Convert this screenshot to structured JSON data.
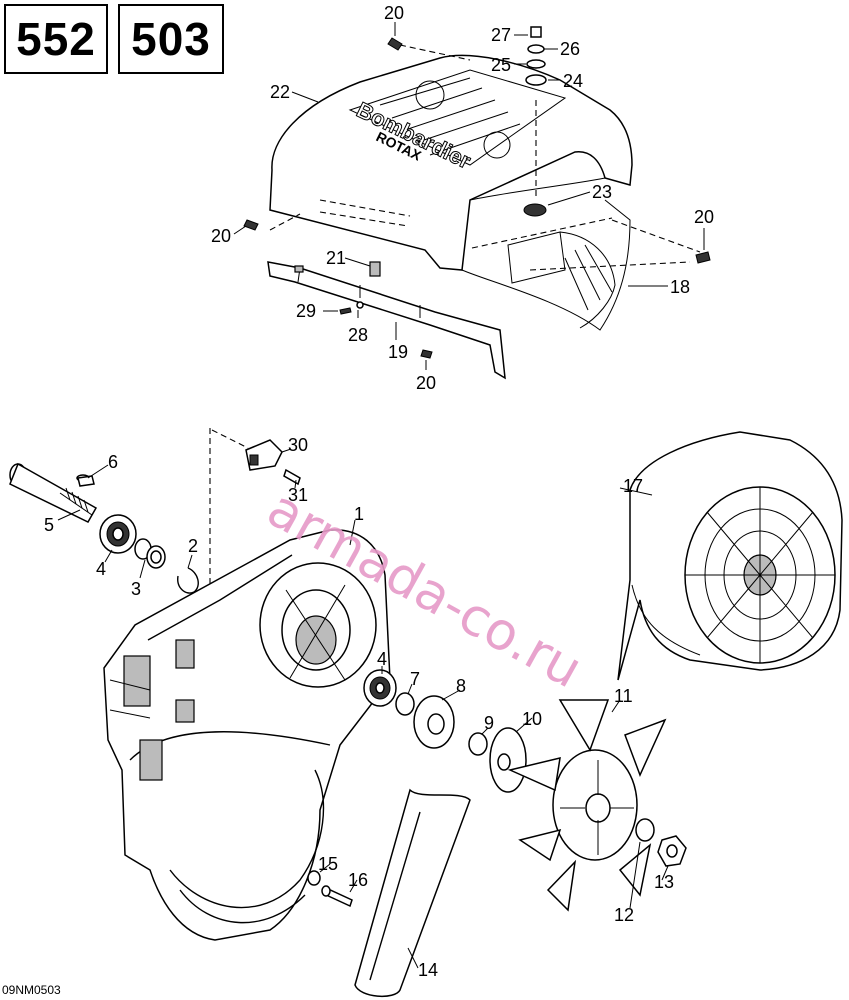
{
  "model_boxes": [
    "552",
    "503"
  ],
  "callouts": {
    "c1": "1",
    "c2": "2",
    "c3": "3",
    "c4a": "4",
    "c4b": "4",
    "c5": "5",
    "c6": "6",
    "c7": "7",
    "c8": "8",
    "c9": "9",
    "c10": "10",
    "c11": "11",
    "c12": "12",
    "c13": "13",
    "c14": "14",
    "c15": "15",
    "c16": "16",
    "c17": "17",
    "c18": "18",
    "c19": "19",
    "c20a": "20",
    "c20b": "20",
    "c20c": "20",
    "c20d": "20",
    "c21": "21",
    "c22": "22",
    "c23": "23",
    "c24": "24",
    "c25": "25",
    "c26": "26",
    "c27": "27",
    "c28": "28",
    "c29": "29",
    "c30": "30",
    "c31": "31"
  },
  "cover_lettering": "Bombardier ROTAX",
  "watermark": "armada-co.ru",
  "figure_code": "09NM0503"
}
